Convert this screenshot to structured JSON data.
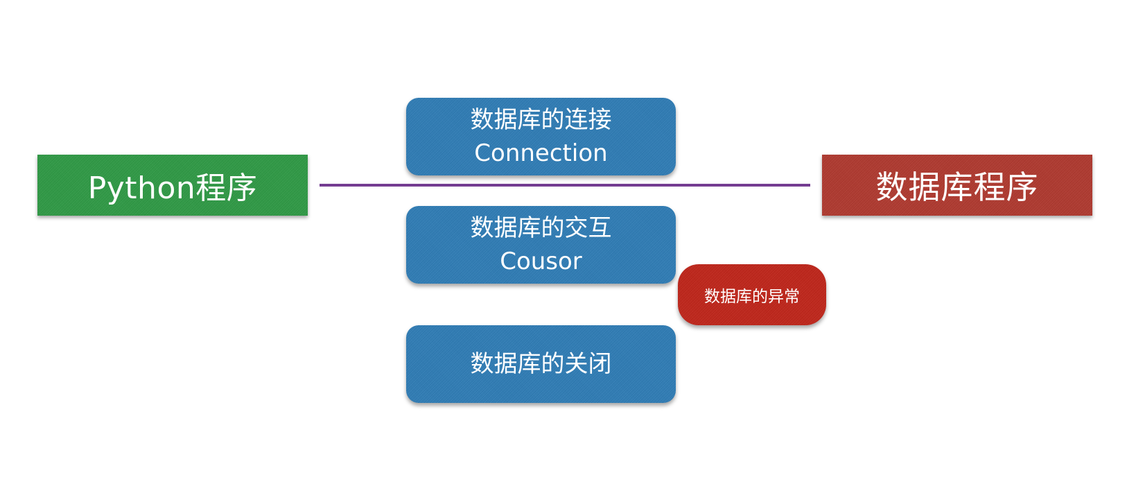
{
  "nodes": {
    "python_program": {
      "label": "Python程序"
    },
    "database_program": {
      "label": "数据库程序"
    },
    "connection": {
      "title": "数据库的连接",
      "subtitle": "Connection"
    },
    "cursor": {
      "title": "数据库的交互",
      "subtitle": "Cousor"
    },
    "close": {
      "title": "数据库的关闭"
    },
    "error": {
      "label": "数据库的异常"
    }
  },
  "colors": {
    "python_program": "#2f9a45",
    "database_program": "#b0392f",
    "blue_nodes": "#2f7db6",
    "error": "#c0251a",
    "connector": "#743c91"
  }
}
